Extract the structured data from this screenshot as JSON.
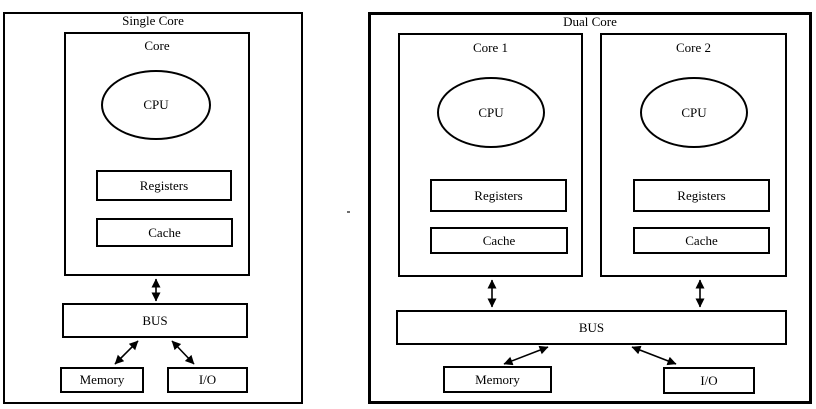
{
  "single": {
    "title": "Single Core",
    "core": {
      "title": "Core",
      "cpu_label": "CPU",
      "registers_label": "Registers",
      "cache_label": "Cache"
    },
    "bus_label": "BUS",
    "memory_label": "Memory",
    "io_label": "I/O"
  },
  "dual": {
    "title": "Dual Core",
    "cores": [
      {
        "title": "Core 1",
        "cpu_label": "CPU",
        "registers_label": "Registers",
        "cache_label": "Cache"
      },
      {
        "title": "Core 2",
        "cpu_label": "CPU",
        "registers_label": "Registers",
        "cache_label": "Cache"
      }
    ],
    "bus_label": "BUS",
    "memory_label": "Memory",
    "io_label": "I/O"
  },
  "colors": {
    "line": "#000000",
    "background": "#ffffff"
  }
}
